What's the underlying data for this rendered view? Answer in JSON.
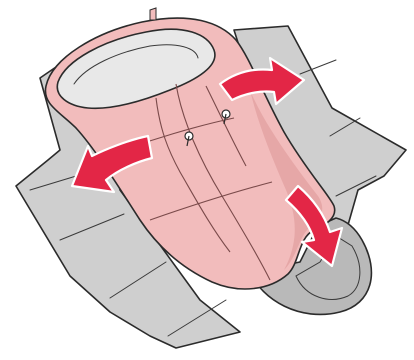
{
  "figure": {
    "colors": {
      "outer_bag": "#cfcfcf",
      "outer_bag_shadow": "#b9b9b9",
      "inner_liner": "#f2bcbc",
      "inner_liner_shadow": "#e6a7a7",
      "hood_lining": "#e8e8e8",
      "arrow": "#e32646",
      "outline": "#2b2b2b"
    },
    "arrows": [
      {
        "name": "arrow-left",
        "direction": "outward-left"
      },
      {
        "name": "arrow-top-right",
        "direction": "outward-right"
      },
      {
        "name": "arrow-bottom-right",
        "direction": "downward"
      }
    ]
  }
}
